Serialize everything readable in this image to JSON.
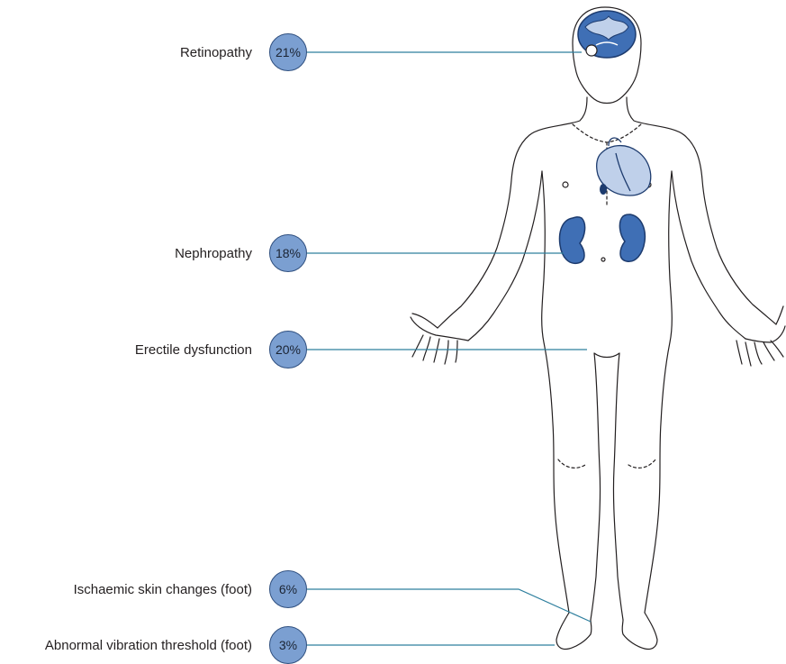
{
  "complications": [
    {
      "label": "Retinopathy",
      "value": "21%"
    },
    {
      "label": "Nephropathy",
      "value": "18%"
    },
    {
      "label": "Erectile dysfunction",
      "value": "20%"
    },
    {
      "label": "Ischaemic skin changes (foot)",
      "value": "6%"
    },
    {
      "label": "Abnormal vibration threshold (foot)",
      "value": "3%"
    }
  ],
  "colors": {
    "bubble_fill": "#7b9fd1",
    "organ_fill": "#3f6fb5",
    "heart_fill": "#bfd0ea",
    "leader_line": "#2e7f9e",
    "outline": "#231f20"
  }
}
